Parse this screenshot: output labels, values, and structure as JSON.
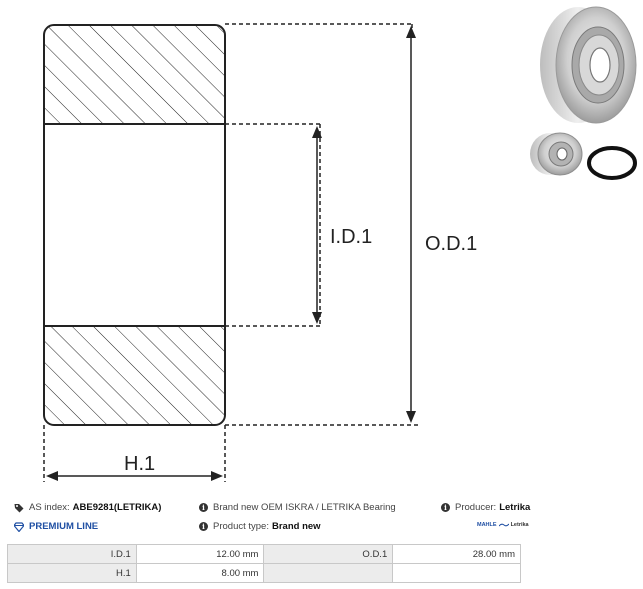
{
  "diagram": {
    "label_id": "I.D.1",
    "label_od": "O.D.1",
    "label_h": "H.1"
  },
  "info": {
    "as_index_label": "AS index:",
    "as_index_value": "ABE9281(LETRIKA)",
    "brand_new": "Brand new OEM ISKRA / LETRIKA Bearing",
    "producer_label": "Producer:",
    "producer_value": "Letrika",
    "premium_line": "PREMIUM LINE",
    "product_type_label": "Product type:",
    "product_type_value": "Brand new",
    "logo_mahle": "MAHLE",
    "logo_letrika": "Letrika"
  },
  "specs": {
    "rows": [
      [
        "I.D.1",
        "12.00 mm",
        "O.D.1",
        "28.00 mm"
      ],
      [
        "H.1",
        "8.00 mm",
        "",
        ""
      ]
    ]
  },
  "colors": {
    "accent": "#1f4fa3",
    "table_label_bg": "#ececec",
    "table_border": "#c8c8c8"
  },
  "icons": [
    "tag-icon",
    "info-icon",
    "diamond-icon"
  ]
}
